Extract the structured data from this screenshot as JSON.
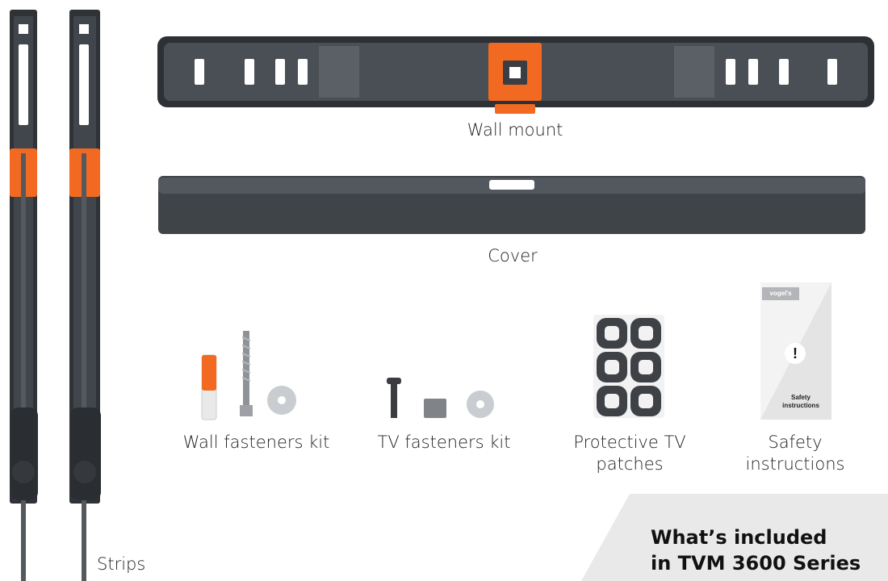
{
  "items": {
    "wall_mount": "Wall mount",
    "cover": "Cover",
    "wall_fasteners": "Wall fasteners kit",
    "tv_fasteners": "TV fasteners kit",
    "protective_patches_line1": "Protective TV",
    "protective_patches_line2": "patches",
    "safety_line1": "Safety",
    "safety_line2": "instructions",
    "strips": "Strips"
  },
  "booklet": {
    "brand": "vogel's",
    "text_line1": "Safety",
    "text_line2": "instructions",
    "icon": "exclamation-icon"
  },
  "banner": {
    "line1": "What’s included",
    "line2": "in TVM 3600 Series"
  },
  "colors": {
    "plastic": "#3f4449",
    "accent": "#f26a21",
    "background": "#ffffff",
    "banner": "#e9e9ea"
  }
}
